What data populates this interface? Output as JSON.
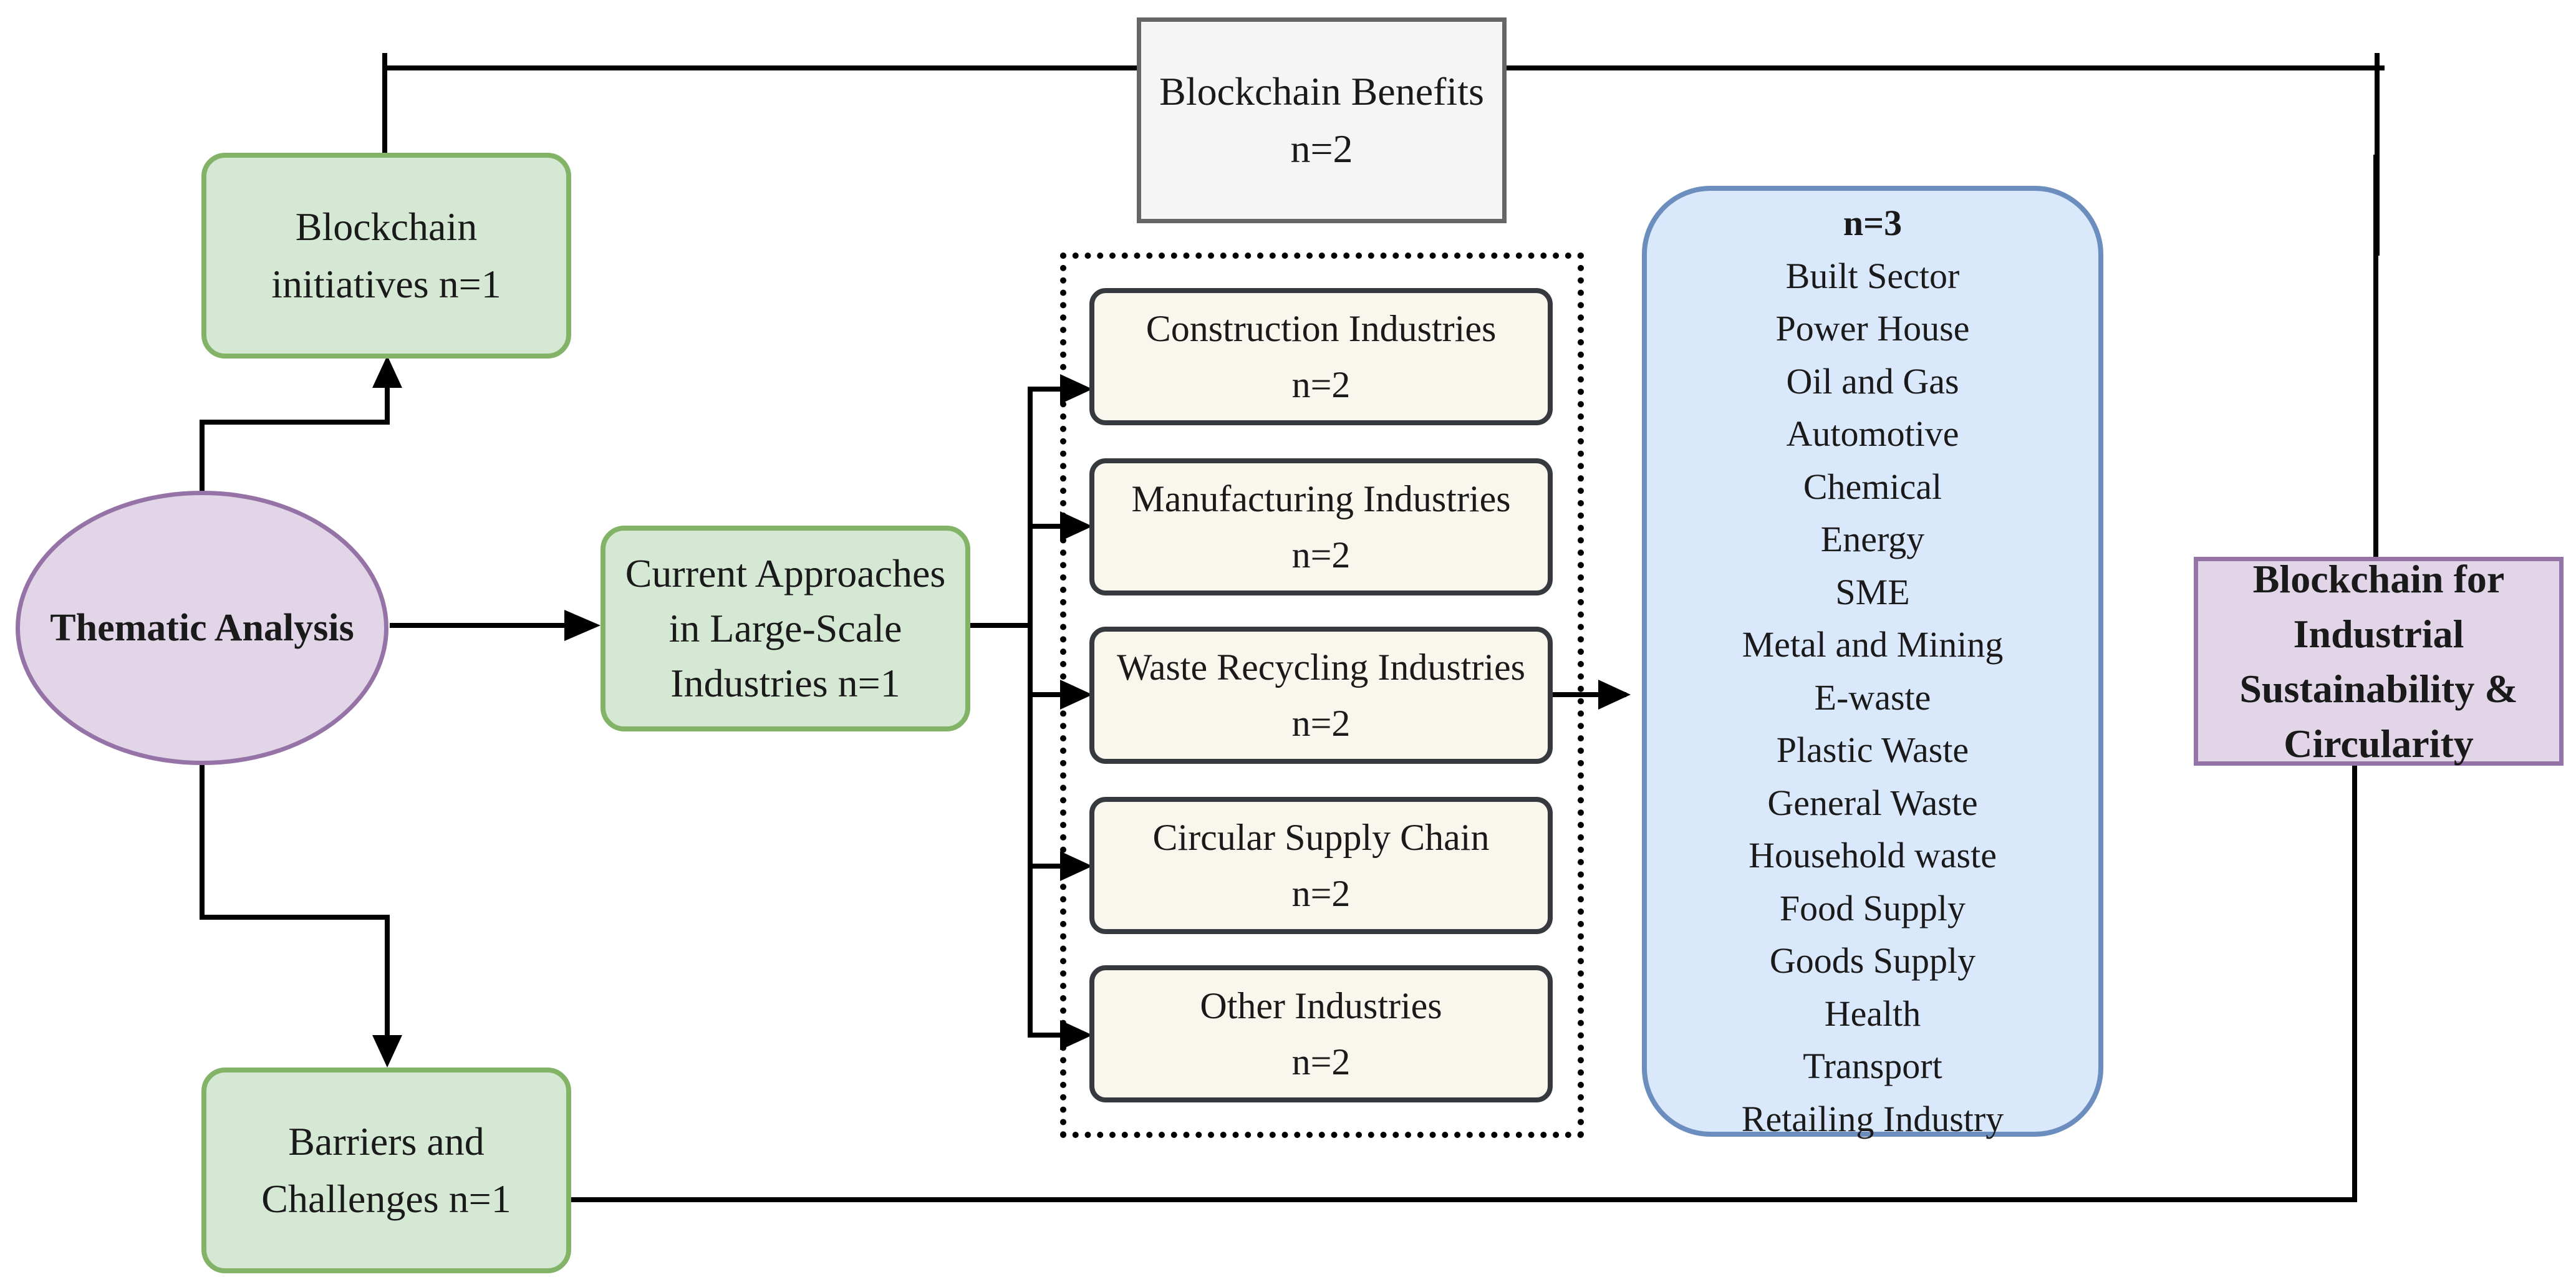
{
  "nodes": {
    "thematic": "Thematic Analysis",
    "initiatives": [
      "Blockchain",
      "initiatives n=1"
    ],
    "current": [
      "Current Approaches",
      "in Large-Scale",
      "Industries n=1"
    ],
    "barriers": [
      "Barriers and",
      "Challenges n=1"
    ],
    "benefits": [
      "Blockchain Benefits",
      "n=2"
    ],
    "target": [
      "Blockchain for",
      "Industrial",
      "Sustainability &",
      "Circularity"
    ]
  },
  "industries": [
    {
      "name": "Construction Industries",
      "n": "n=2"
    },
    {
      "name": "Manufacturing Industries",
      "n": "n=2"
    },
    {
      "name": "Waste Recycling Industries",
      "n": "n=2"
    },
    {
      "name": "Circular Supply Chain",
      "n": "n=2"
    },
    {
      "name": "Other Industries",
      "n": "n=2"
    }
  ],
  "sectors": {
    "header": "n=3",
    "items": [
      "Built Sector",
      "Power House",
      "Oil and Gas",
      "Automotive",
      "Chemical",
      "Energy",
      "SME",
      "Metal and Mining",
      "E-waste",
      "Plastic Waste",
      "General Waste",
      "Household waste",
      "Food Supply",
      "Goods Supply",
      "Health",
      "Transport",
      "Retailing Industry"
    ]
  },
  "colors": {
    "green_fill": "#d5e8d4",
    "green_stroke": "#82b366",
    "purple_fill": "#e1d5e7",
    "purple_stroke": "#9673a6",
    "blue_fill": "#dae8fc",
    "blue_stroke": "#6c8ebf",
    "cream_fill": "#f9f7ed",
    "gray_fill": "#f5f5f5"
  }
}
